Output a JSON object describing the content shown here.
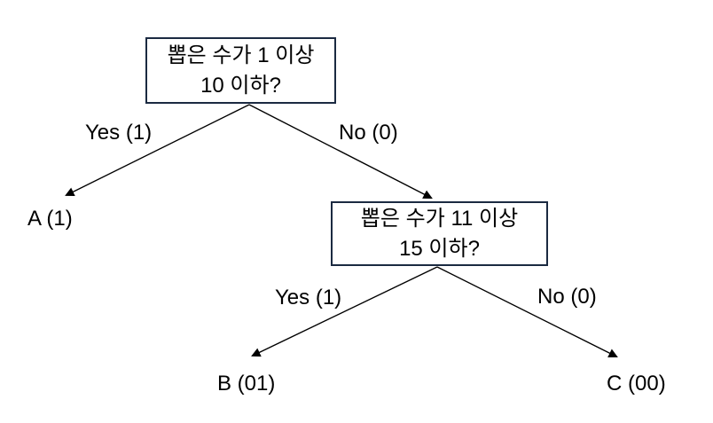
{
  "palette": {
    "background": "#ffffff",
    "box_border": "#1b2a41",
    "text": "#000000",
    "arrow": "#000000"
  },
  "tree": {
    "root_question": "뽑은 수가 1 이상\n10 이하?",
    "second_question": "뽑은 수가 11 이상\n15 이하?",
    "edges": {
      "root_yes_label": "Yes (1)",
      "root_no_label": "No (0)",
      "second_yes_label": "Yes (1)",
      "second_no_label": "No (0)"
    },
    "leaves": {
      "a_label": "A (1)",
      "b_label": "B (01)",
      "c_label": "C (00)"
    }
  }
}
